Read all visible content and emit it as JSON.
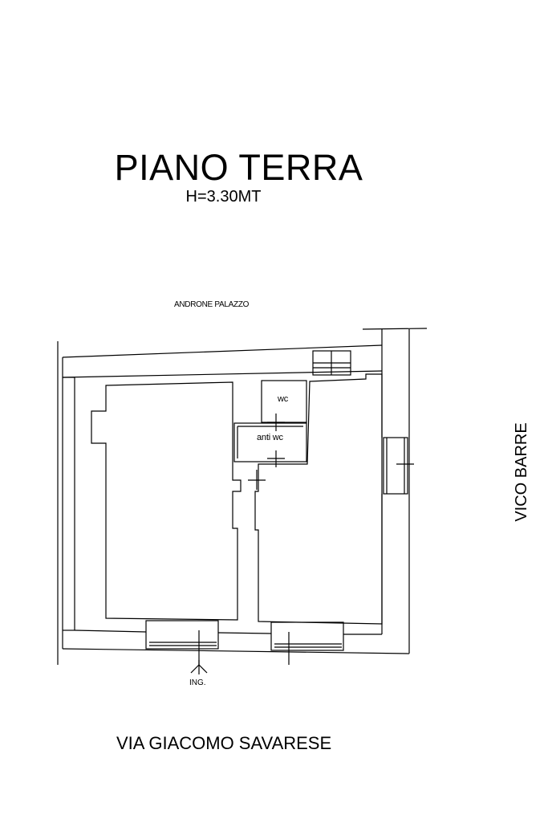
{
  "title": "PIANO TERRA",
  "subtitle": "H=3.30MT",
  "streets": {
    "top": "ANDRONE PALAZZO",
    "bottom": "VIA GIACOMO SAVARESE",
    "right": "VICO BARRE"
  },
  "rooms": {
    "wc": "wc",
    "anti_wc": "anti wc"
  },
  "entrance": "ING."
}
